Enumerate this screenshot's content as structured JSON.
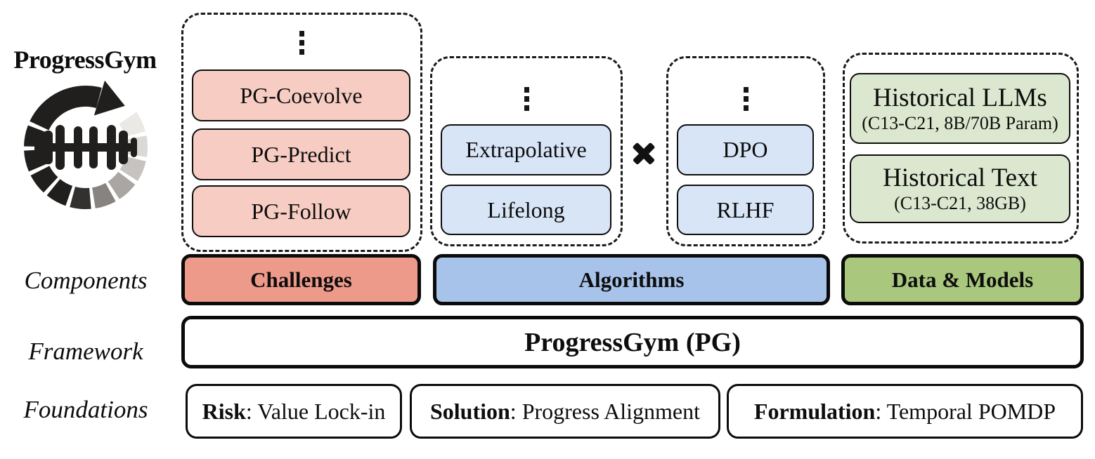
{
  "brand": {
    "title": "ProgressGym"
  },
  "row_labels": {
    "components": "Components",
    "framework": "Framework",
    "foundations": "Foundations"
  },
  "icons": {
    "progressgym_logo": "circular segmented progress arrow around a dumbbell",
    "vertical_ellipsis_icon": "three stacked square dots (more items)",
    "cross_icon": "multiplication cross combining the two algorithm groups"
  },
  "challenges_group": {
    "items": [
      "PG-Coevolve",
      "PG-Predict",
      "PG-Follow"
    ]
  },
  "algorithm_type_group": {
    "items": [
      "Extrapolative",
      "Lifelong"
    ]
  },
  "algorithm_base_group": {
    "items": [
      "DPO",
      "RLHF"
    ]
  },
  "data_models_group": {
    "items": [
      {
        "title": "Historical LLMs",
        "subtitle": "(C13-C21, 8B/70B Param)"
      },
      {
        "title": "Historical Text",
        "subtitle": "(C13-C21, 38GB)"
      }
    ]
  },
  "components_row": [
    {
      "label": "Challenges",
      "color": "#ee9a8a"
    },
    {
      "label": "Algorithms",
      "color": "#a7c3e9"
    },
    {
      "label": "Data & Models",
      "color": "#a9c87e"
    }
  ],
  "framework_row": {
    "label": "ProgressGym (PG)"
  },
  "foundations_row": [
    {
      "term": "Risk",
      "rest": ": Value Lock-in"
    },
    {
      "term": "Solution",
      "rest": ": Progress Alignment"
    },
    {
      "term": "Formulation",
      "rest": ": Temporal POMDP"
    }
  ],
  "palette": {
    "salmon_light": "#f7cdc3",
    "salmon_dark": "#ee9a8a",
    "blue_light": "#d8e5f7",
    "blue_dark": "#a7c3e9",
    "green_light": "#dbe7ce",
    "green_dark": "#a9c87e",
    "outline": "#0d0d0d"
  }
}
